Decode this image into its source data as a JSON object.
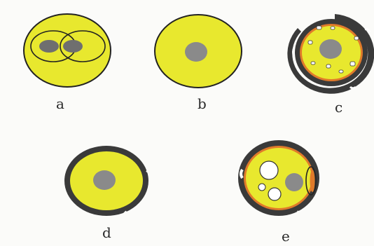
{
  "labels": {
    "a": "a",
    "b": "b",
    "c": "c",
    "d": "d",
    "e": "e"
  },
  "colors": {
    "cytoplasm": "#e8e82e",
    "nucleus": "#8a8a8a",
    "outline": "#222222",
    "capsule": "#3a3a3a",
    "inner_wall": "#e07a2a",
    "vacuole": "#ffffff"
  }
}
